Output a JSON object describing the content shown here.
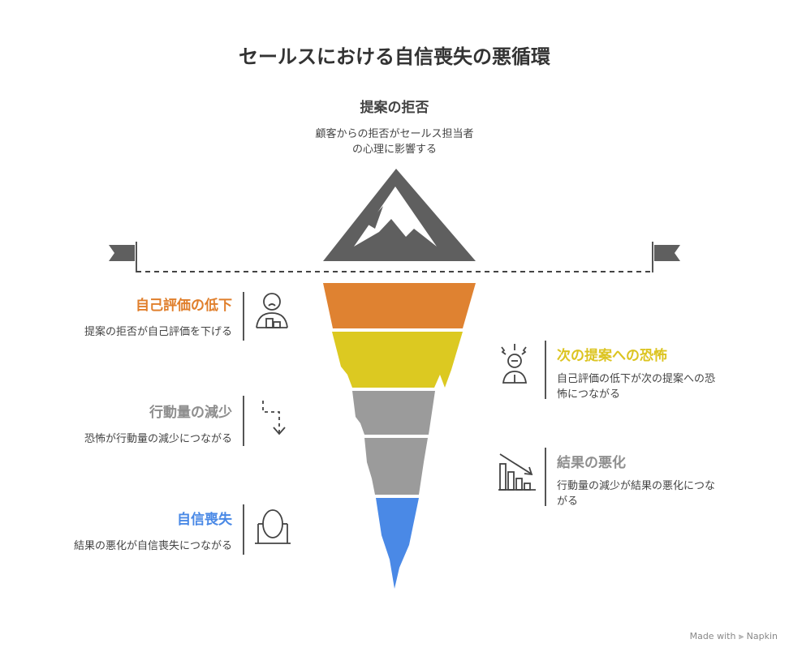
{
  "title": "セールスにおける自信喪失の悪循環",
  "top": {
    "heading": "提案の拒否",
    "desc_line1": "顧客からの拒否がセールス担当者",
    "desc_line2": "の心理に影響する"
  },
  "items": [
    {
      "heading": "自己評価の低下",
      "desc": "提案の拒否が自己評価を下げる",
      "color": "#e07f2c",
      "icon": "person-desk-icon"
    },
    {
      "heading": "次の提案への恐怖",
      "desc_line1": "自己評価の低下が次の提案への恐",
      "desc_line2": "怖につながる",
      "color": "#dcc421",
      "icon": "anxious-person-icon"
    },
    {
      "heading": "行動量の減少",
      "desc": "恐怖が行動量の減少につながる",
      "color": "#8e8e8e",
      "icon": "dashed-arrow-down-icon"
    },
    {
      "heading": "結果の悪化",
      "desc_line1": "行動量の減少が結果の悪化につな",
      "desc_line2": "がる",
      "color": "#8e8e8e",
      "icon": "declining-bar-chart-icon"
    },
    {
      "heading": "自信喪失",
      "desc": "結果の悪化が自信喪失につながる",
      "color": "#4a89e6",
      "icon": "mirror-icon"
    }
  ],
  "iceberg_colors": [
    "#df8231",
    "#dcc921",
    "#9b9b9b",
    "#9b9b9b",
    "#4a89e6"
  ],
  "footer": "Made with",
  "footer_brand": "Napkin"
}
